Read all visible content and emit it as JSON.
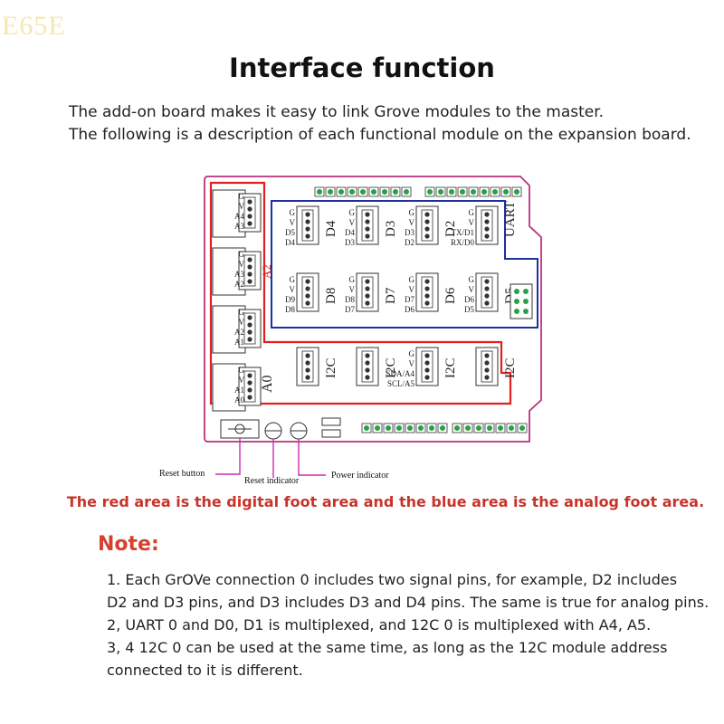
{
  "watermark": "E65E",
  "title": "Interface function",
  "intro": [
    "The add-on board makes it easy to link Grove modules to the master.",
    "The following is a description of each functional module on the expansion board."
  ],
  "board": {
    "colors": {
      "outline": "#b7327f",
      "red_area": "#e02020",
      "blue_area": "#2030a0",
      "header_green": "#29a045"
    },
    "left_connectors": [
      {
        "pins": [
          "G",
          "V",
          "A4",
          "A3"
        ]
      },
      {
        "pins": [
          "G",
          "V",
          "A3",
          "A2"
        ]
      },
      {
        "pins": [
          "G",
          "V",
          "A2",
          "A1"
        ]
      },
      {
        "pins": [
          "G",
          "V",
          "A1",
          "A0"
        ]
      }
    ],
    "top_row": [
      {
        "label": "D4",
        "pins": [
          "G",
          "V",
          "D5",
          "D4"
        ]
      },
      {
        "label": "D3",
        "pins": [
          "G",
          "V",
          "D4",
          "D3"
        ]
      },
      {
        "label": "D2",
        "pins": [
          "G",
          "V",
          "D3",
          "D2"
        ]
      },
      {
        "label": "UART",
        "pins": [
          "G",
          "V",
          "TX/D1",
          "RX/D0"
        ]
      }
    ],
    "mid_row": [
      {
        "label": "D8",
        "pins": [
          "G",
          "V",
          "D9",
          "D8"
        ]
      },
      {
        "label": "D7",
        "pins": [
          "G",
          "V",
          "D8",
          "D7"
        ]
      },
      {
        "label": "D6",
        "pins": [
          "G",
          "V",
          "D7",
          "D6"
        ]
      },
      {
        "label": "D5",
        "pins": [
          "G",
          "V",
          "D6",
          "D5"
        ]
      }
    ],
    "i2c_row": [
      {
        "label": "I2C",
        "pins": []
      },
      {
        "label": "I2C",
        "pins": []
      },
      {
        "label": "I2C",
        "pins": [
          "G",
          "V",
          "SDA/A4",
          "SCL/A5"
        ]
      },
      {
        "label": "I2C",
        "pins": []
      }
    ],
    "a0_label": "A0",
    "a1_label": "A2",
    "reset_button_label": "Reset button",
    "reset_indicator_label": "Reset indicator",
    "power_indicator_label": "Power indicator"
  },
  "red_caption": "The red area is the digital foot area and the blue area is the analog foot area.",
  "note_heading": "Note:",
  "notes": [
    "1. Each GrOVe connection 0 includes two signal pins, for example, D2 includes",
    "D2 and D3 pins, and D3 includes D3 and D4 pins. The same is true for analog pins.",
    "2, UART 0 and D0, D1 is multiplexed, and 12C 0 is multiplexed with A4, A5.",
    "3, 4 12C 0 can be used at the same time, as long as the 12C module address",
    "connected to it is different."
  ]
}
